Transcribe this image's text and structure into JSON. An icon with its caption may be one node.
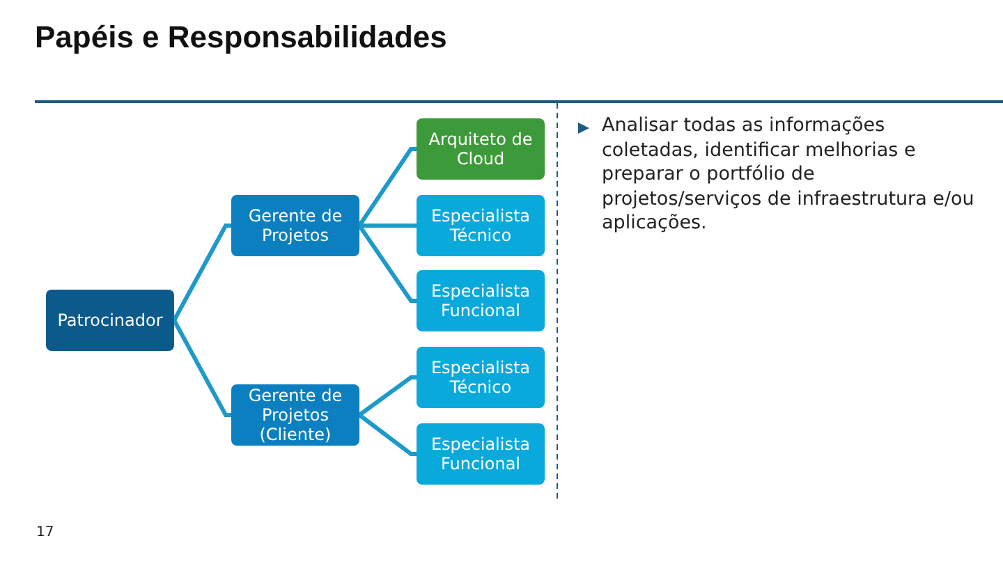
{
  "diagram": {
    "title": "Papéis e Responsabilidades",
    "nodes": [
      {
        "text": [
          "Patrocinador"
        ]
      },
      {
        "text": [
          "Gerente de Projetos"
        ]
      },
      {
        "text": [
          "Gerente de Projetos (Cliente)"
        ]
      },
      {
        "text": [
          "Arquiteto de Cloud"
        ]
      },
      {
        "text": [
          "Especialista Técnico"
        ]
      },
      {
        "text": [
          "Especialista Funcional"
        ]
      },
      {
        "text": [
          "Especialista Técnico"
        ]
      },
      {
        "text": [
          "Especialista Funcional"
        ]
      }
    ],
    "edges": [
      {
        "from": 0,
        "to": 1,
        "arrow": "none"
      },
      {
        "from": 0,
        "to": 2,
        "arrow": "none"
      },
      {
        "from": 1,
        "to": 3,
        "arrow": "none"
      },
      {
        "from": 1,
        "to": 4,
        "arrow": "none"
      },
      {
        "from": 1,
        "to": 5,
        "arrow": "none"
      },
      {
        "from": 2,
        "to": 6,
        "arrow": "none"
      },
      {
        "from": 2,
        "to": 7,
        "arrow": "none"
      }
    ],
    "labels": [
      "Analisar todas as informações coletadas, identificar melhorias e preparar o portfólio de projetos/serviços de infraestrutura e/ou aplicações.",
      "17"
    ]
  }
}
